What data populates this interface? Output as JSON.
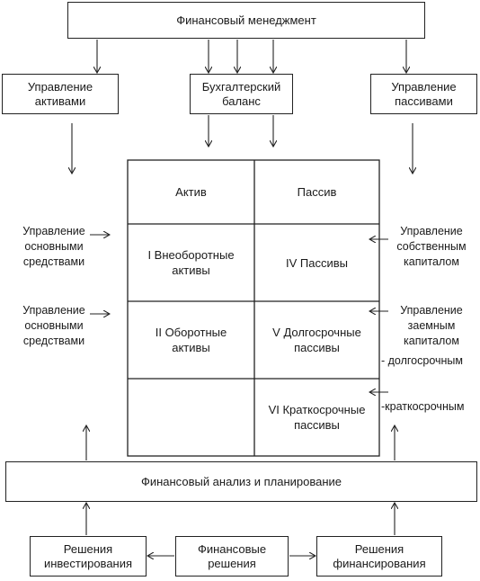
{
  "top": {
    "title": "Финансовый менеджмент"
  },
  "left_box": {
    "label": "Управление\nактивами"
  },
  "center_box": {
    "label": "Бухгалтерский\nбаланс"
  },
  "right_box": {
    "label": "Управление\nпассивами"
  },
  "balance": {
    "header": {
      "left": "Актив",
      "right": "Пассив"
    },
    "rows": [
      {
        "left": "I Внеоборотные\nактивы",
        "right": "IV Пассивы"
      },
      {
        "left": "II Оборотные\nактивы",
        "right": "V Долгосрочные\nпассивы"
      },
      {
        "left": "",
        "right": "VI Краткосрочные\nпассивы"
      }
    ]
  },
  "left_labels": [
    "Управление\nосновными\nсредствами",
    "Управление\nосновными\nсредствами"
  ],
  "right_labels": [
    "Управление\nсобственным\nкапиталом",
    "Управление\nзаемным\nкапиталом",
    "- долгосрочным",
    "-краткосрочным"
  ],
  "analysis": {
    "title": "Финансовый анализ и планирование"
  },
  "bottom": {
    "left": "Решения\nинвестирования",
    "center": "Финансовые\nрешения",
    "right": "Решения\nфинансирования"
  }
}
